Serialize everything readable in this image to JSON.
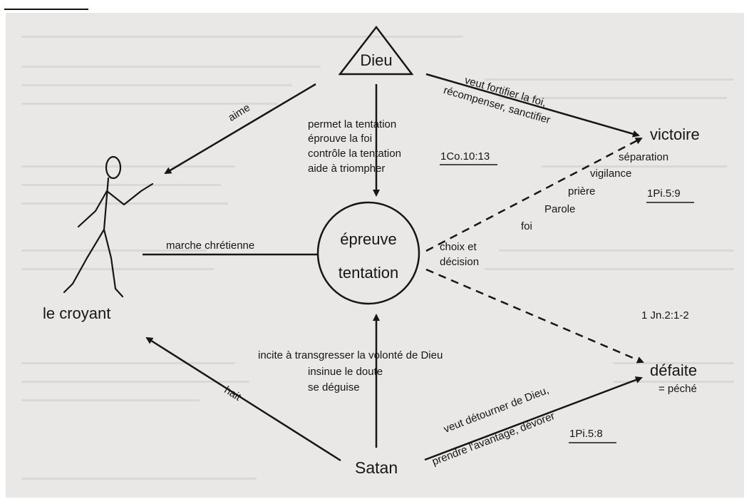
{
  "nodes": {
    "dieu": "Dieu",
    "epreuve": "épreuve",
    "tentation": "tentation",
    "croyant": "le croyant",
    "victoire": "victoire",
    "defaite": "défaite",
    "defaite_sub": "= péché",
    "satan": "Satan"
  },
  "labels": {
    "aime": "aime",
    "hait": "hait",
    "marche": "marche chrétienne",
    "dieu_action_1": "veut  fortifier la foi,",
    "dieu_action_2": "récompenser,  sanctifier",
    "permet_1": "permet la tentation",
    "permet_2": "éprouve  la  foi",
    "permet_3": "contrôle la tentation",
    "permet_4": "aide à triompher",
    "ref_1co": "1Co.10:13",
    "choix_1": "choix et",
    "choix_2": "décision",
    "separation": "séparation",
    "vigilance": "vigilance",
    "priere": "prière",
    "parole": "Parole",
    "foi": "foi",
    "ref_1pi59": "1Pi.5:9",
    "ref_1jn": "1 Jn.2:1-2",
    "incite_1": "incite à transgresser la volonté de Dieu",
    "incite_2": "insinue  le doute",
    "incite_3": "se déguise",
    "satan_action_1": "veut détourner de Dieu,",
    "satan_action_2": "prendre l'avantage,  dévorer",
    "ref_1pi58": "1Pi.5:8"
  }
}
